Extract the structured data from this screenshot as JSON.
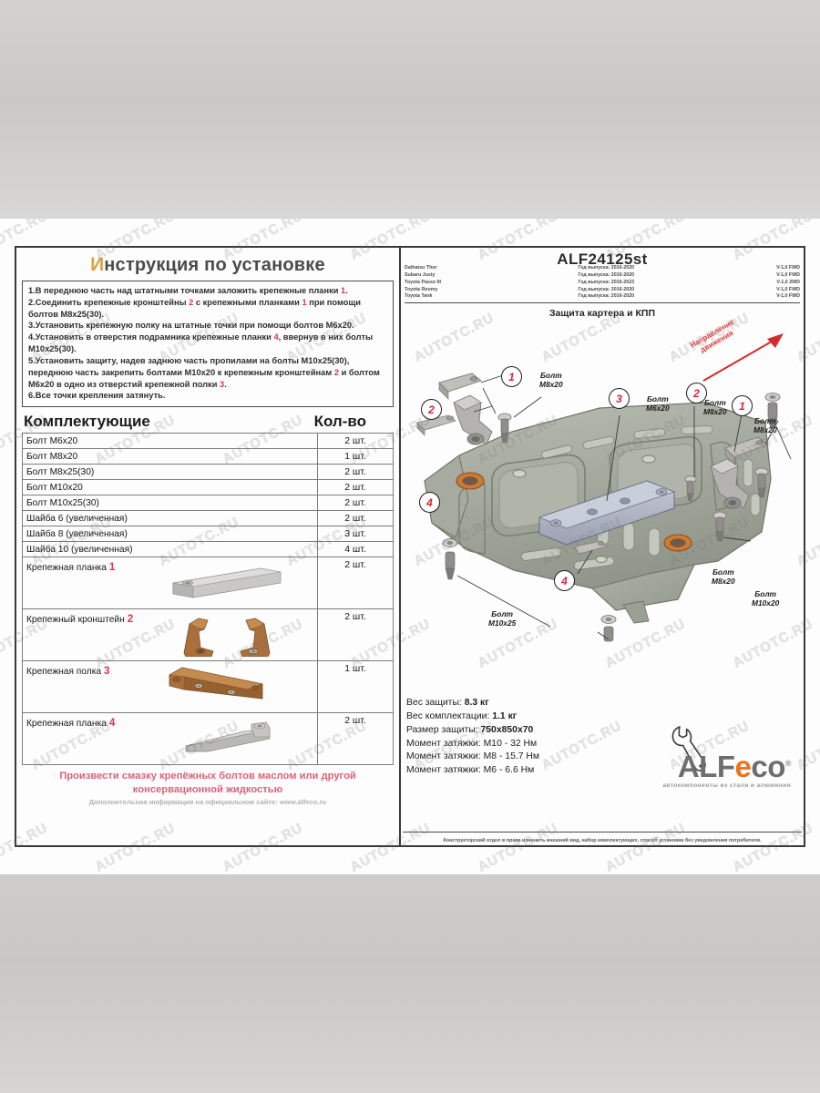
{
  "document": {
    "title": "Инструкция по установке",
    "title_first_letter": "И",
    "title_rest": "нструкция по установке"
  },
  "instructions": {
    "lines": [
      "1.В переднюю  часть над штатными точками заложить крепежные планки 1.",
      "2.Соединить крепежные кронштейны 2 с крепежными планками 1 при помощи болтов M8x25(30).",
      "3.Установить крепежную полку на штатные точки при помощи болтов M6x20.",
      "4.Установить в отверстия подрамника крепежные планки 4, ввернув в них болты M10x25(30).",
      "5.Установить защиту, надев заднюю часть пропилами на болты M10x25(30), переднюю часть закрепить болтами M10x20 к крепежным кронштейнам 2 и болтом M6x20 в одно из отверстий крепежной полки 3.",
      "6.Все точки крепления затянуть."
    ]
  },
  "parts_table": {
    "header_name": "Комплектующие",
    "header_qty": "Кол-во",
    "rows": [
      {
        "name": "Болт M6x20",
        "qty": "2 шт.",
        "ref": "",
        "type": "simple"
      },
      {
        "name": "Болт M8x20",
        "qty": "1 шт.",
        "ref": "",
        "type": "simple"
      },
      {
        "name": "Болт M8x25(30)",
        "qty": "2 шт.",
        "ref": "",
        "type": "simple"
      },
      {
        "name": "Болт M10x20",
        "qty": "2 шт.",
        "ref": "",
        "type": "simple"
      },
      {
        "name": "Болт M10x25(30)",
        "qty": "2 шт.",
        "ref": "",
        "type": "simple"
      },
      {
        "name": "Шайба 6 (увеличенная)",
        "qty": "2 шт.",
        "ref": "",
        "type": "simple"
      },
      {
        "name": "Шайба 8 (увеличенная)",
        "qty": "3 шт.",
        "ref": "",
        "type": "simple"
      },
      {
        "name": "Шайба 10 (увеличенная)",
        "qty": "4 шт.",
        "ref": "",
        "type": "simple"
      },
      {
        "name": "Крепежная планка",
        "qty": "2 шт.",
        "ref": "1",
        "type": "tall"
      },
      {
        "name": "Крепежный кронштейн",
        "qty": "2 шт.",
        "ref": "2",
        "type": "tall"
      },
      {
        "name": "Крепежная полка",
        "qty": "1 шт.",
        "ref": "3",
        "type": "tall"
      },
      {
        "name": "Крепежная планка",
        "qty": "2 шт.",
        "ref": "4",
        "type": "tall"
      }
    ]
  },
  "left_footer": {
    "note_line1": "Произвести смазку крепёжных болтов маслом или другой",
    "note_line2": "консервационной жидкостью",
    "sub_prefix": "Дополнительная информация на официальном сайте:",
    "sub_site": "www.alfeco.ru"
  },
  "product": {
    "code": "ALF24125st",
    "subtitle": "Защита картера и КПП",
    "vehicles": [
      {
        "name": "Daihatsu Thor",
        "year": "Год выпуска: 2016-2020",
        "engine": "V-1,0 FWD"
      },
      {
        "name": "Subaru Justy",
        "year": "Год выпуска: 2016-2020",
        "engine": "V-1,0 FWD"
      },
      {
        "name": "Toyota Passo III",
        "year": "Год выпуска: 2016-2023",
        "engine": "V-1,0 2WD"
      },
      {
        "name": "Toyota Roomy",
        "year": "Год выпуска: 2016-2020",
        "engine": "V-1,0 FWD"
      },
      {
        "name": "Toyota Tank",
        "year": "Год выпуска: 2016-2020",
        "engine": "V-1,0 FWD"
      }
    ]
  },
  "diagram": {
    "direction_label_line1": "Направление",
    "direction_label_line2": "движения",
    "callouts": [
      {
        "id": "c1a",
        "num": "1"
      },
      {
        "id": "c2a",
        "num": "2"
      },
      {
        "id": "c3",
        "num": "3"
      },
      {
        "id": "c2b",
        "num": "2"
      },
      {
        "id": "c1b",
        "num": "1"
      },
      {
        "id": "c4a",
        "num": "4"
      },
      {
        "id": "c4b",
        "num": "4"
      }
    ],
    "bolt_labels": [
      {
        "id": "b1",
        "line1": "Болт",
        "line2": "M8x20"
      },
      {
        "id": "b2",
        "line1": "Болт",
        "line2": "M6x20"
      },
      {
        "id": "b3",
        "line1": "Болт",
        "line2": "M8x20"
      },
      {
        "id": "b4",
        "line1": "Болт",
        "line2": "M8x20"
      },
      {
        "id": "b5",
        "line1": "Болт",
        "line2": "M8x20"
      },
      {
        "id": "b6",
        "line1": "Болт",
        "line2": "M10x20"
      },
      {
        "id": "b7",
        "line1": "Болт",
        "line2": "M10x25"
      }
    ]
  },
  "specs": {
    "lines": [
      {
        "label": "Вес защиты:",
        "value": "8.3 кг"
      },
      {
        "label": "Вес комплектации:",
        "value": "1.1 кг"
      },
      {
        "label": "Размер защиты:",
        "value": "750x850x70"
      },
      {
        "label": "Момент затяжки:",
        "value": "M10 - 32 Нм"
      },
      {
        "label": "Момент затяжки:",
        "value": "M8 - 15.7 Нм"
      },
      {
        "label": "Момент затяжки:",
        "value": "M6 - 6.6 Нм"
      }
    ]
  },
  "brand": {
    "part1": "ALF",
    "part2": "e",
    "part3": "co",
    "registered": "®",
    "tagline": "автокомпоненты из стали и алюминия"
  },
  "disclaimer": "Конструкторский отдел в праве изменить внешний вид, набор комплектующих, способ установки без уведомления потребителя.",
  "watermark": {
    "text": "AUTOTC.RU"
  },
  "colors": {
    "accent_red": "#e2344a",
    "brand_orange": "#e8761e",
    "title_gold": "#d9a441",
    "plate_gray": "#9a9e93",
    "bracket_brown": "#9d6b34"
  }
}
